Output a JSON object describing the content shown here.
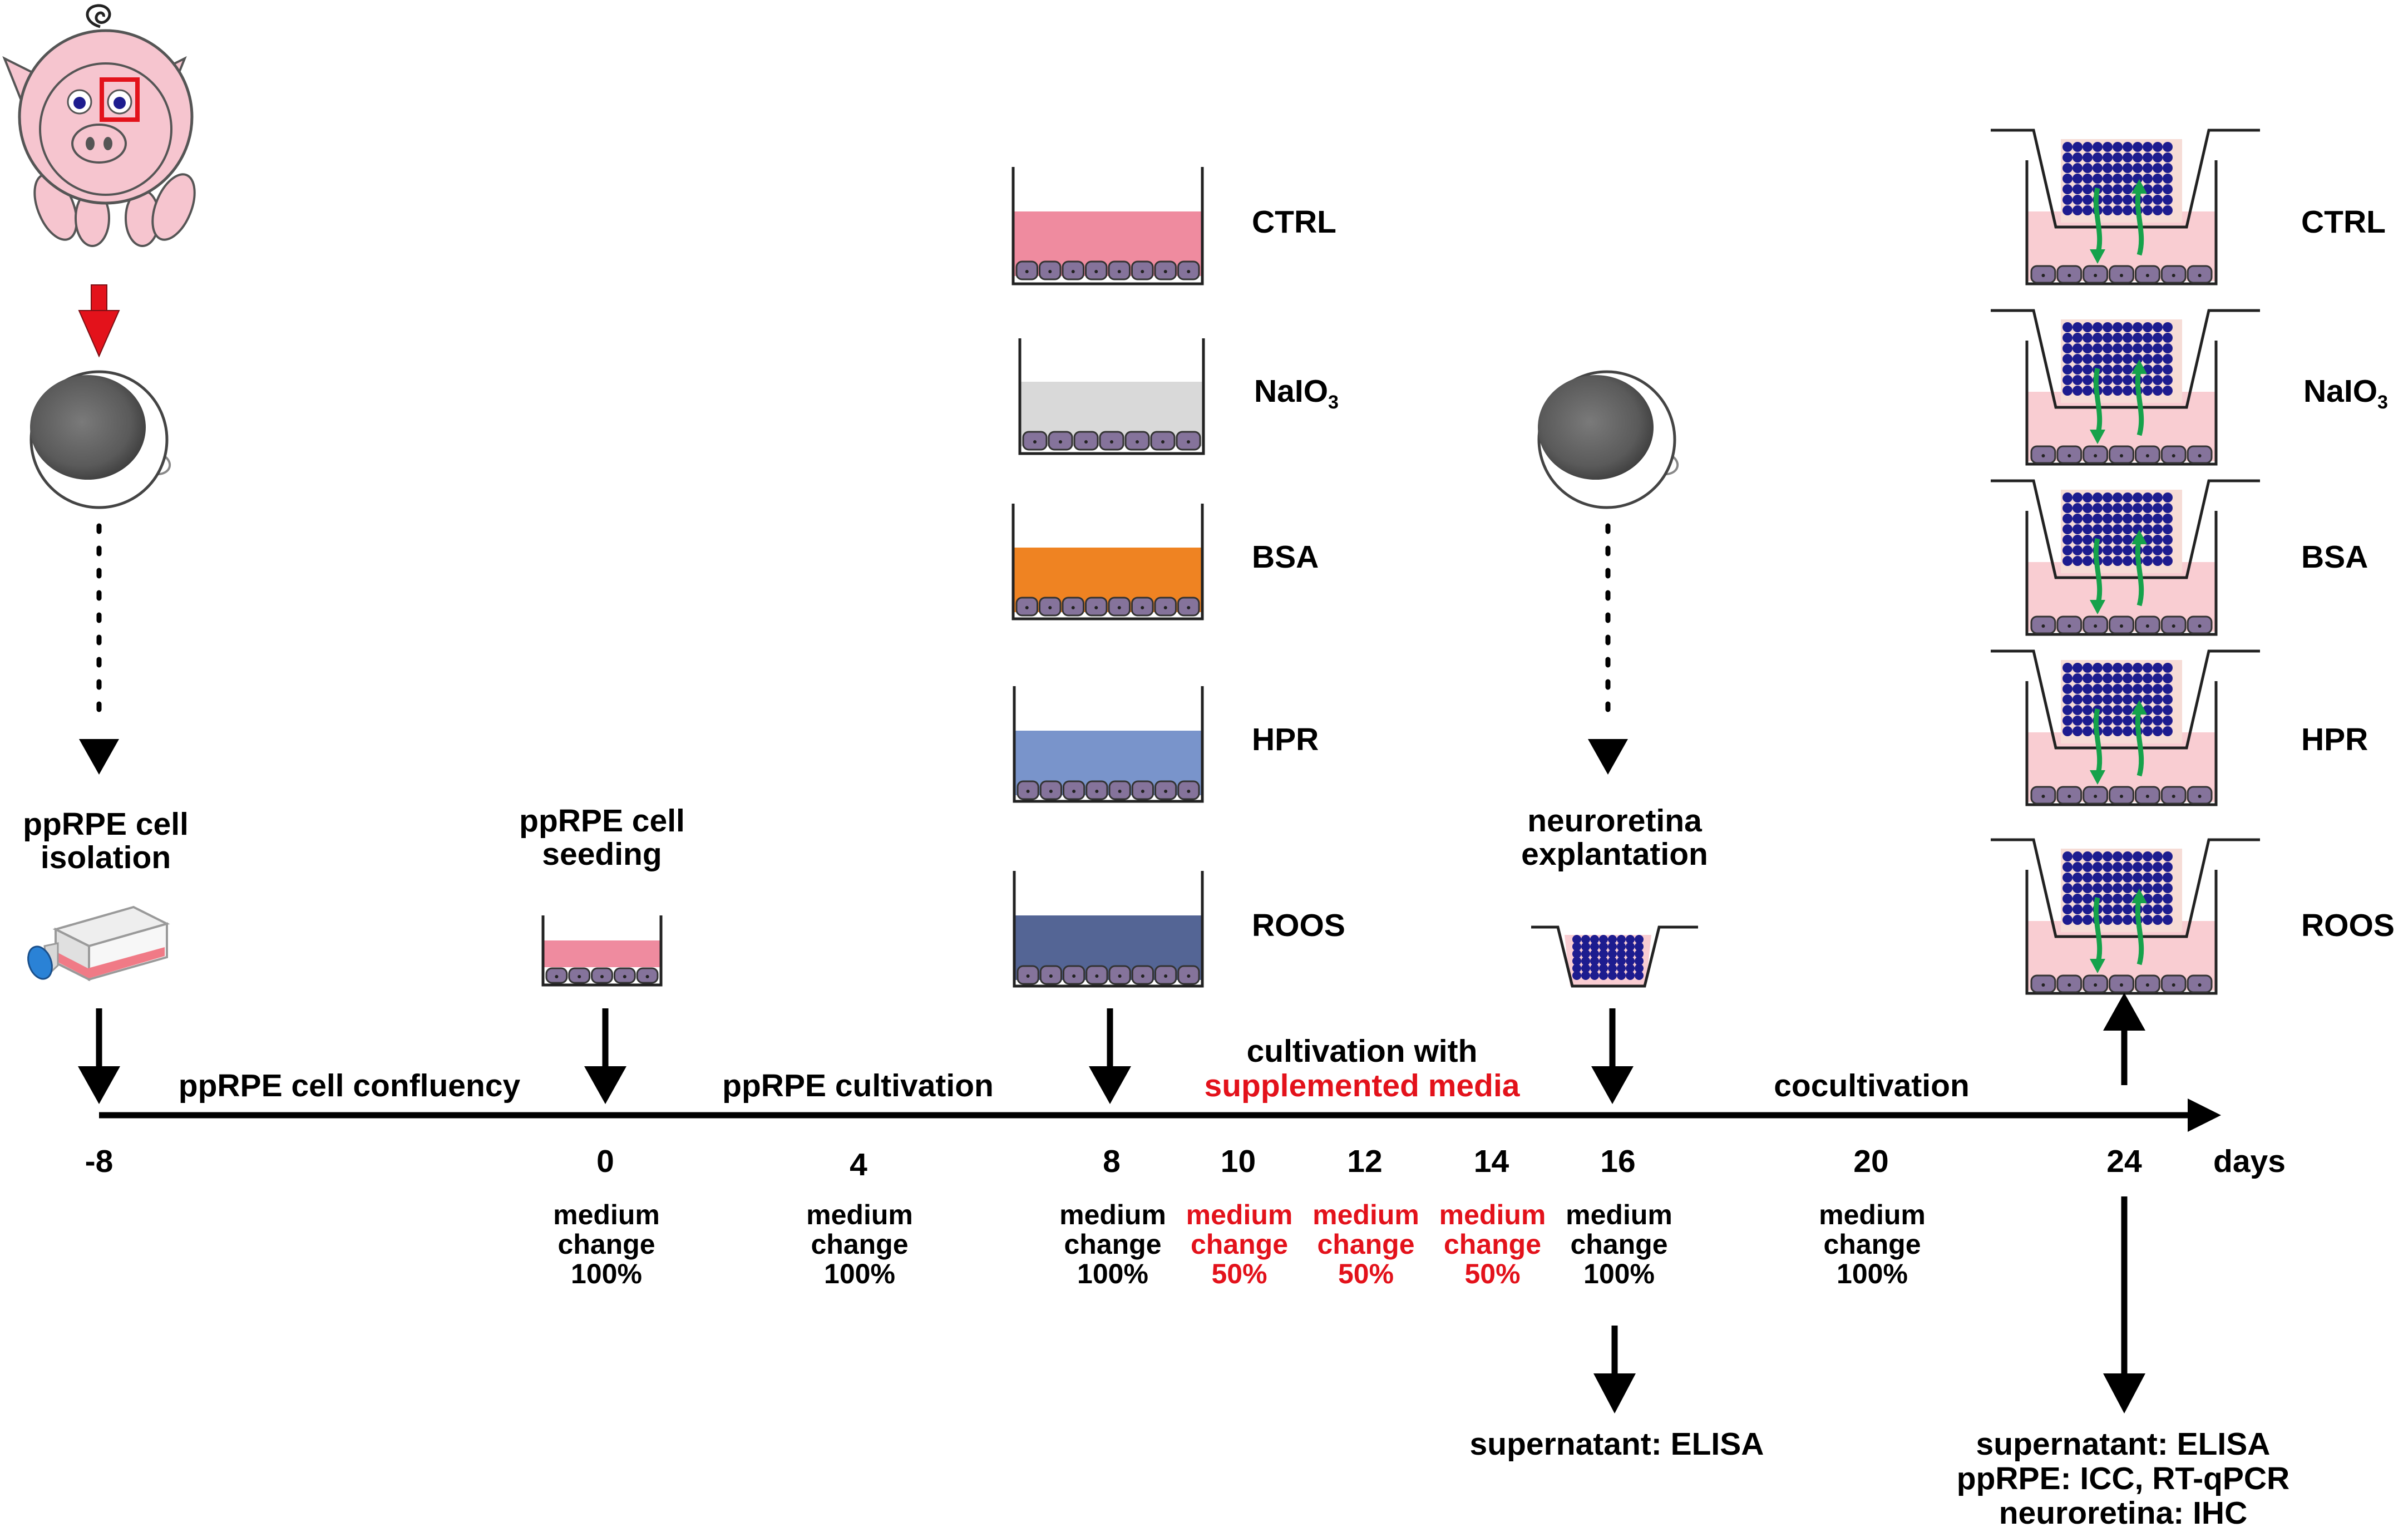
{
  "colors": {
    "ctrl_medium": "#ef8b9f",
    "naio3_medium": "#d9d9d9",
    "bsa_medium": "#ef8322",
    "hpr_medium": "#7994cb",
    "roos_medium": "#546595",
    "coculture_medium": "#f9cdd2",
    "cell_layer": "#85739b",
    "retina_cells": "#1d1c8f",
    "flow_arrows": "#16a24b",
    "highlight_red": "#e3121b",
    "pig_skin": "#f6c5cf",
    "flask_medium": "#f07a86",
    "flask_cap": "#2a82d6"
  },
  "icons": [
    "pig-icon",
    "eye-icon",
    "flask-icon",
    "well-icon",
    "insert-icon"
  ],
  "steps": {
    "isolation": [
      "ppRPE cell",
      "isolation"
    ],
    "seeding": [
      "ppRPE cell",
      "seeding"
    ],
    "explantation": [
      "neuroretina",
      "explantation"
    ]
  },
  "conditions": [
    "CTRL",
    "NaIO",
    "BSA",
    "HPR",
    "ROOS"
  ],
  "naio3_subscript": "3",
  "phases": {
    "confluency": "ppRPE cell confluency",
    "cultivation": "ppRPE cultivation",
    "supplemented_line1": "cultivation with",
    "supplemented_line2": "supplemented media",
    "cocultivation": "cocultivation"
  },
  "timeline": {
    "unit": "days",
    "ticks": [
      {
        "day": "-8"
      },
      {
        "day": "0",
        "medium": [
          "medium",
          "change",
          "100%"
        ],
        "red": false
      },
      {
        "day": "4",
        "medium": [
          "medium",
          "change",
          "100%"
        ],
        "red": false
      },
      {
        "day": "8",
        "medium": [
          "medium",
          "change",
          "100%"
        ],
        "red": false
      },
      {
        "day": "10",
        "medium": [
          "medium",
          "change",
          "50%"
        ],
        "red": true
      },
      {
        "day": "12",
        "medium": [
          "medium",
          "change",
          "50%"
        ],
        "red": true
      },
      {
        "day": "14",
        "medium": [
          "medium",
          "change",
          "50%"
        ],
        "red": true
      },
      {
        "day": "16",
        "medium": [
          "medium",
          "change",
          "100%"
        ],
        "red": false
      },
      {
        "day": "20",
        "medium": [
          "medium",
          "change",
          "100%"
        ],
        "red": false
      },
      {
        "day": "24"
      }
    ]
  },
  "readouts": {
    "day16": [
      "supernatant: ELISA"
    ],
    "day24": [
      "supernatant: ELISA",
      "ppRPE: ICC, RT-qPCR",
      "neuroretina: IHC"
    ]
  }
}
